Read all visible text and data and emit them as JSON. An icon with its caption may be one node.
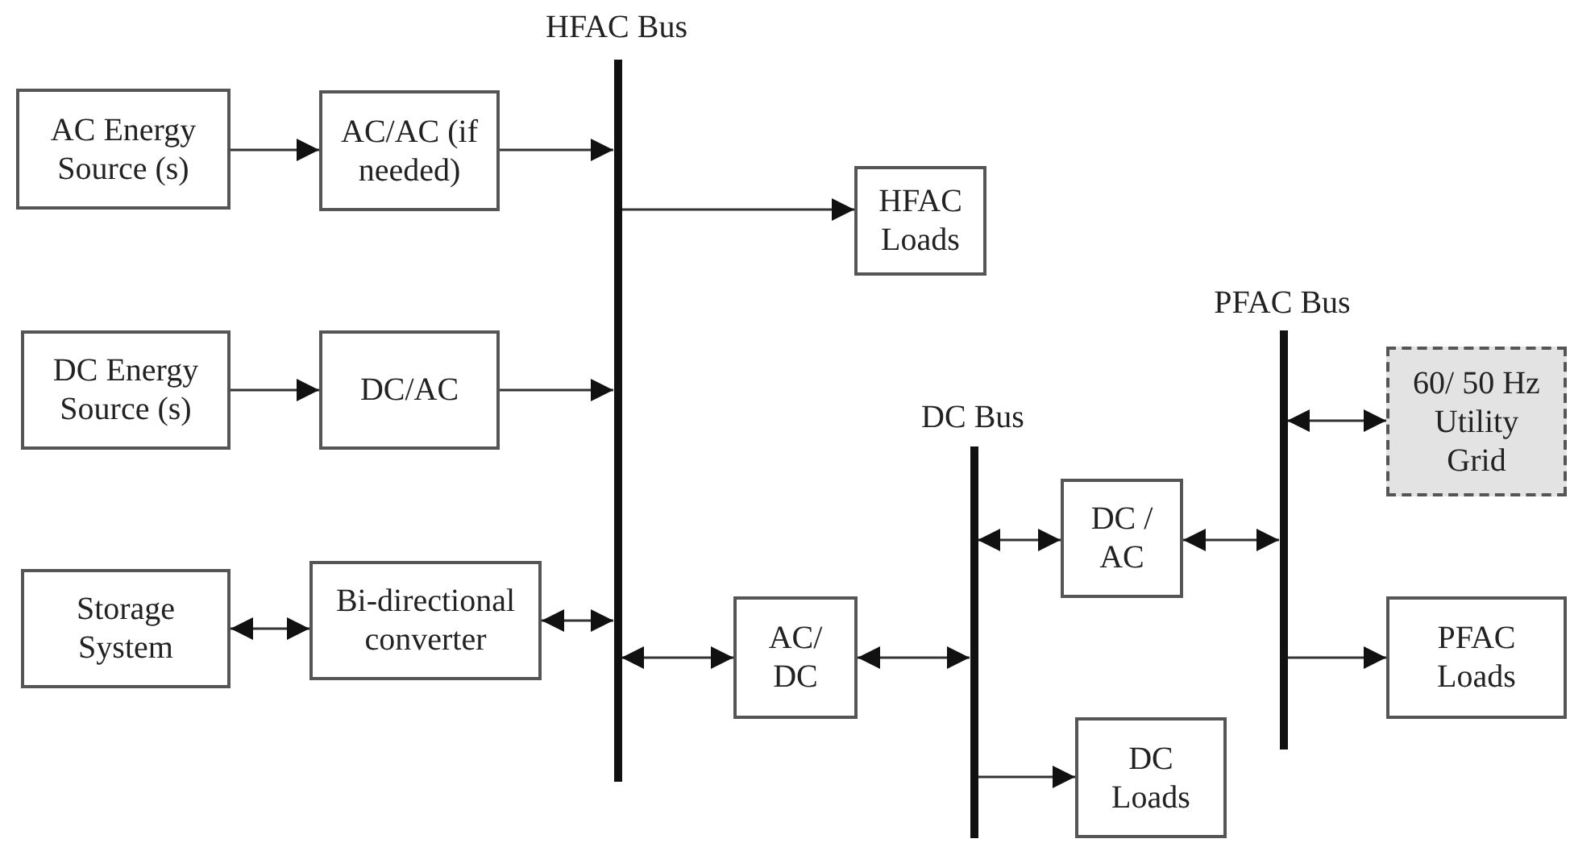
{
  "diagram": {
    "nodes": [
      {
        "text": [
          "AC Energy Source (s)"
        ]
      },
      {
        "text": [
          "AC/AC (if needed)"
        ]
      },
      {
        "text": [
          "HFAC Bus"
        ]
      },
      {
        "text": [
          "HFAC Loads"
        ]
      },
      {
        "text": [
          "DC Energy Source (s)"
        ]
      },
      {
        "text": [
          "DC/AC"
        ]
      },
      {
        "text": [
          "Storage System"
        ]
      },
      {
        "text": [
          "Bi-directional converter"
        ]
      },
      {
        "text": [
          "AC/ DC"
        ]
      },
      {
        "text": [
          "DC Bus"
        ]
      },
      {
        "text": [
          "DC / AC"
        ]
      },
      {
        "text": [
          "DC Loads"
        ]
      },
      {
        "text": [
          "PFAC Bus"
        ]
      },
      {
        "text": [
          "60/ 50 Hz Utility Grid"
        ]
      },
      {
        "text": [
          "PFAC Loads"
        ]
      }
    ],
    "edges": [
      {
        "from": 0,
        "to": 1,
        "arrow": "to"
      },
      {
        "from": 1,
        "to": 2,
        "arrow": "to"
      },
      {
        "from": 2,
        "to": 3,
        "arrow": "to"
      },
      {
        "from": 4,
        "to": 5,
        "arrow": "to"
      },
      {
        "from": 5,
        "to": 2,
        "arrow": "to"
      },
      {
        "from": 6,
        "to": 7,
        "arrow": "both"
      },
      {
        "from": 7,
        "to": 2,
        "arrow": "both"
      },
      {
        "from": 2,
        "to": 8,
        "arrow": "both"
      },
      {
        "from": 8,
        "to": 9,
        "arrow": "both"
      },
      {
        "from": 9,
        "to": 10,
        "arrow": "both"
      },
      {
        "from": 10,
        "to": 12,
        "arrow": "both"
      },
      {
        "from": 12,
        "to": 13,
        "arrow": "both"
      },
      {
        "from": 12,
        "to": 14,
        "arrow": "to"
      },
      {
        "from": 9,
        "to": 11,
        "arrow": "to"
      }
    ]
  }
}
